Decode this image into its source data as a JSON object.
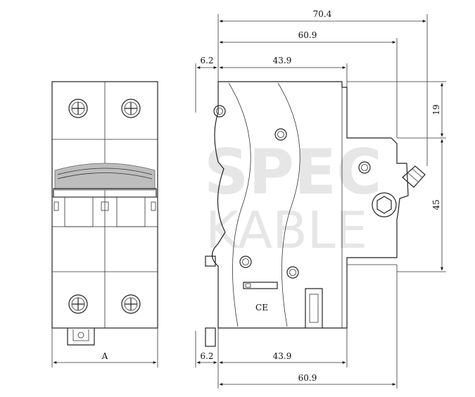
{
  "dimensions": {
    "total_width": "70.4",
    "body_width_top": "60.9",
    "body_width_bottom": "60.9",
    "front_offset_top": "6.2",
    "front_offset_bottom": "6.2",
    "rail_depth_top": "43.9",
    "rail_depth_bottom": "43.9",
    "top_height": "19",
    "rail_height": "45",
    "front_width": "A"
  },
  "watermark": {
    "line1": "SPEC",
    "line2": "KABLE"
  },
  "marks": {
    "ce": "CE"
  }
}
